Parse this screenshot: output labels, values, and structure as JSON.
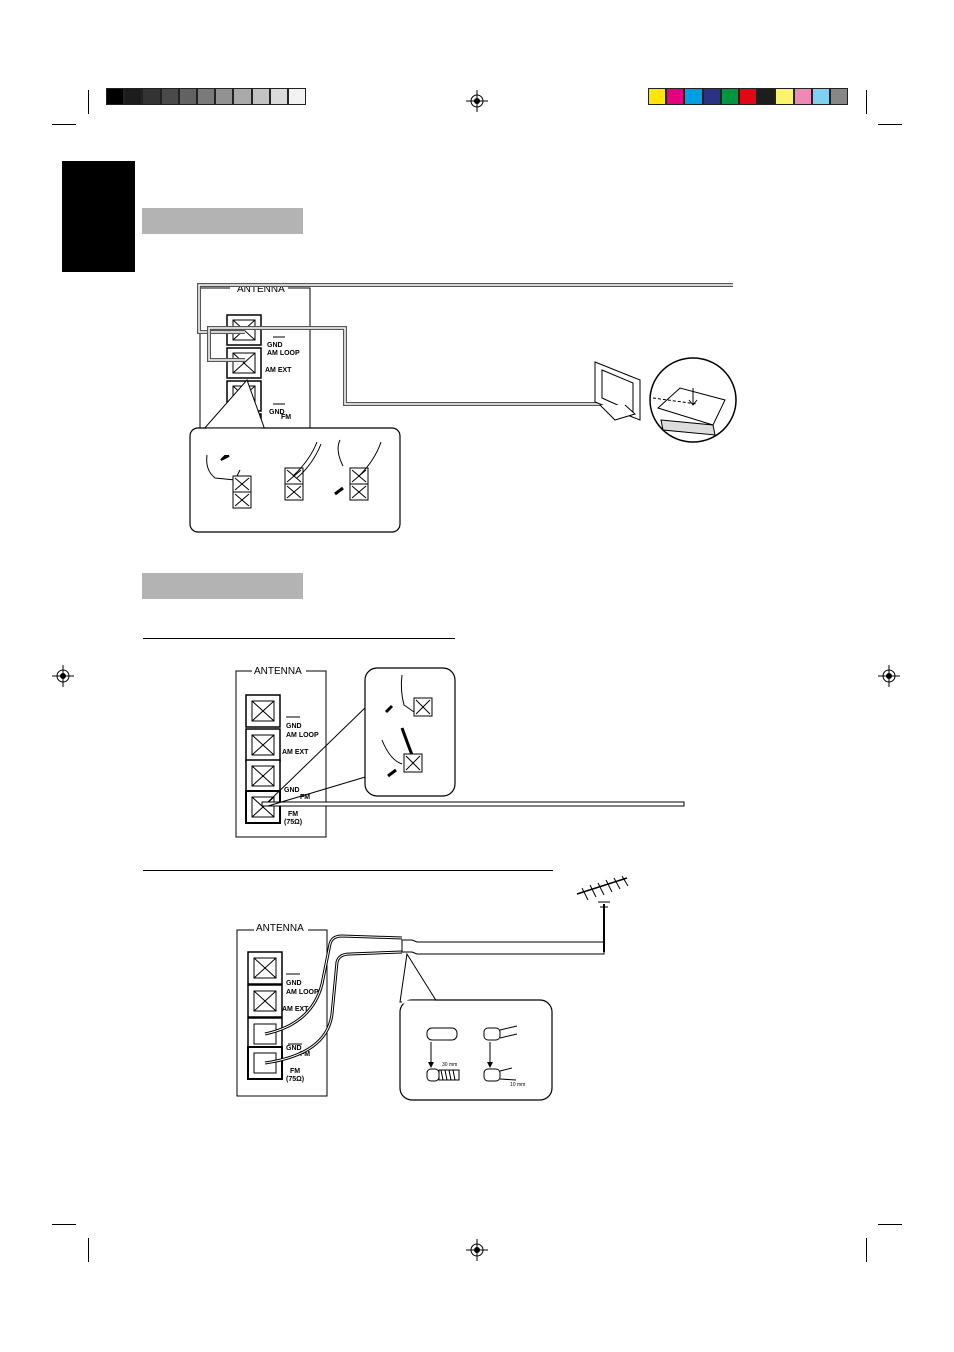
{
  "grayscale_bar": [
    "#000000",
    "#1c1c1c",
    "#333333",
    "#4a4a4a",
    "#626262",
    "#7a7a7a",
    "#929292",
    "#aaaaaa",
    "#c2c2c2",
    "#dadada",
    "#f2f2f2"
  ],
  "color_bar": [
    "#ffe600",
    "#e6007e",
    "#009fe3",
    "#2a3284",
    "#00963f",
    "#e30613",
    "#1d1d1b",
    "#fff36d",
    "#f088b6",
    "#7fd1f1",
    "#878787"
  ],
  "panels": {
    "am": {
      "antenna_label": "ANTENNA",
      "gnd_label": "GND",
      "am_loop_label": "AM LOOP",
      "am_ext_label": "AM EXT",
      "gnd_fm_label": "GND",
      "fm_short_label": "FM"
    },
    "fm_wire": {
      "antenna_label": "ANTENNA",
      "gnd_label": "GND",
      "am_loop_label": "AM LOOP",
      "am_ext_label": "AM EXT",
      "gnd_fm_label": "GND",
      "fm_short_label": "FM",
      "fm_label": "FM",
      "impedance_label": "(75Ω)"
    },
    "fm_outdoor": {
      "antenna_label": "ANTENNA",
      "gnd_label": "GND",
      "am_loop_label": "AM LOOP",
      "am_ext_label": "AM EXT",
      "gnd_fm_label": "GND",
      "fm_short_label": "FM",
      "fm_label": "FM",
      "impedance_label": "(75Ω)",
      "strip_length_1": "30 mm",
      "strip_length_2": "10 mm"
    }
  }
}
